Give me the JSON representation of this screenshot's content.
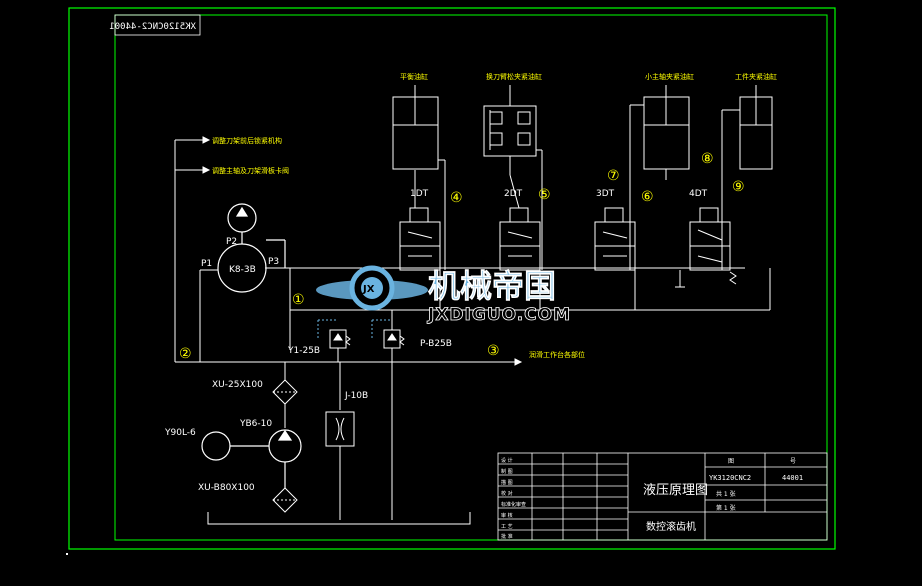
{
  "drawing": {
    "code_mirrored": "XK5120CNC2-44001",
    "callouts": {
      "c1": "调整刀架前后锁紧机构",
      "c2": "调整主轴及刀架滑板卡阀",
      "c3": "润滑工作台各部位"
    },
    "cylinders": {
      "cyl1": "平衡油缸",
      "cyl2": "换刀臂松夹紧油缸",
      "cyl3": "小主轴夹紧油缸",
      "cyl4": "工件夹紧油缸"
    },
    "valves": [
      "1DT",
      "2DT",
      "3DT",
      "4DT"
    ],
    "circle_numbers": {
      "n1": "①",
      "n2": "②",
      "n3": "③",
      "n4": "④",
      "n5": "⑤",
      "n6": "⑥",
      "n7": "⑦",
      "n8": "⑧",
      "n9": "⑨"
    },
    "pump": {
      "name": "K8-3B",
      "p1": "P1",
      "p2": "P2",
      "p3": "P3"
    },
    "components": {
      "relief": "Y1-25B",
      "pressure_valve": "P-B25B",
      "filter1": "XU-25X100",
      "motor": "Y90L-6",
      "gear_pump": "YB6-10",
      "filter2": "XU-B80X100",
      "throttle": "J-10B"
    }
  },
  "title_block": {
    "drawing_title": "液压原理图",
    "machine_name": "数控滚齿机",
    "code": "YK3120CNC2",
    "number": "44001",
    "sheet_total": "共 1 张",
    "sheet_no": "第 1 张",
    "top_right_a": "图",
    "top_right_b": "号",
    "rows": [
      "设 计",
      "制 图",
      "描 图",
      "校 对",
      "标准化审查",
      "审 核",
      "工 艺",
      "批 准"
    ],
    "row_notes": [
      "",
      "",
      "",
      "",
      "",
      "",
      "",
      ""
    ]
  },
  "watermark": {
    "text": "机械帝国",
    "url": "JXDIGUO.COM",
    "logo_letters": "JX"
  },
  "colors": {
    "background": "#000000",
    "lines": "#ffffff",
    "frame": "#00ff00",
    "labels": "#ffff00",
    "watermark": "#6ab3e0"
  }
}
